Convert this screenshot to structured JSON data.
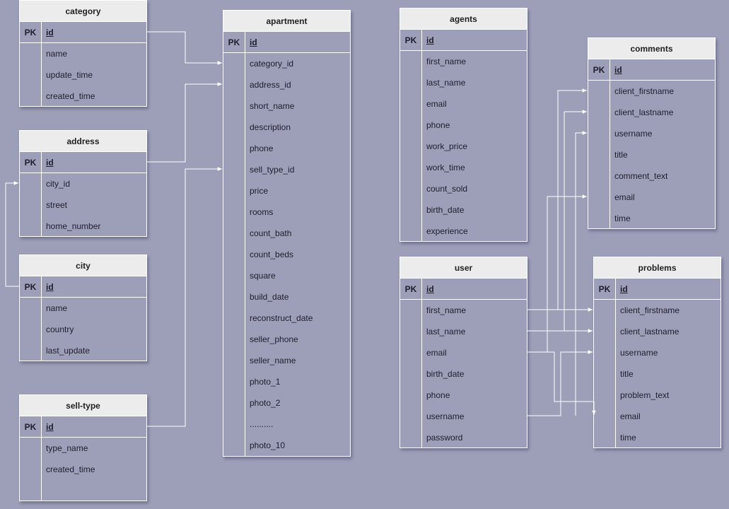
{
  "tables": {
    "category": {
      "title": "category",
      "pk_label": "PK",
      "pk": "id",
      "fields": [
        "name",
        "update_time",
        "created_time"
      ]
    },
    "address": {
      "title": "address",
      "pk_label": "PK",
      "pk": "id",
      "fields": [
        "city_id",
        "street",
        "home_number"
      ]
    },
    "city": {
      "title": "city",
      "pk_label": "PK",
      "pk": "id",
      "fields": [
        "name",
        "country",
        "last_update"
      ]
    },
    "sell_type": {
      "title": "sell-type",
      "pk_label": "PK",
      "pk": "id",
      "fields": [
        "type_name",
        "created_time"
      ]
    },
    "apartment": {
      "title": "apartment",
      "pk_label": "PK",
      "pk": "id",
      "fields": [
        "category_id",
        "address_id",
        "short_name",
        "description",
        "phone",
        "sell_type_id",
        "price",
        "rooms",
        "count_bath",
        "count_beds",
        "square",
        "build_date",
        "reconstruct_date",
        "seller_phone",
        "seller_name",
        "photo_1",
        "photo_2",
        "..........",
        "photo_10"
      ]
    },
    "agents": {
      "title": "agents",
      "pk_label": "PK",
      "pk": "id",
      "fields": [
        "first_name",
        "last_name",
        "email",
        "phone",
        "work_price",
        "work_time",
        "count_sold",
        "birth_date",
        "experience"
      ]
    },
    "user": {
      "title": "user",
      "pk_label": "PK",
      "pk": "id",
      "fields": [
        "first_name",
        "last_name",
        "email",
        "birth_date",
        "phone",
        "username",
        "password"
      ]
    },
    "comments": {
      "title": "comments",
      "pk_label": "PK",
      "pk": "id",
      "fields": [
        "client_firstname",
        "client_lastname",
        "username",
        "title",
        "comment_text",
        "email",
        "time"
      ]
    },
    "problems": {
      "title": "problems",
      "pk_label": "PK",
      "pk": "id",
      "fields": [
        "client_firstname",
        "client_lastname",
        "username",
        "title",
        "problem_text",
        "email",
        "time"
      ]
    }
  },
  "colors": {
    "background": "#9d9fb8",
    "header": "#ececec",
    "border": "#ffffff",
    "text": "#1e1e2e"
  }
}
